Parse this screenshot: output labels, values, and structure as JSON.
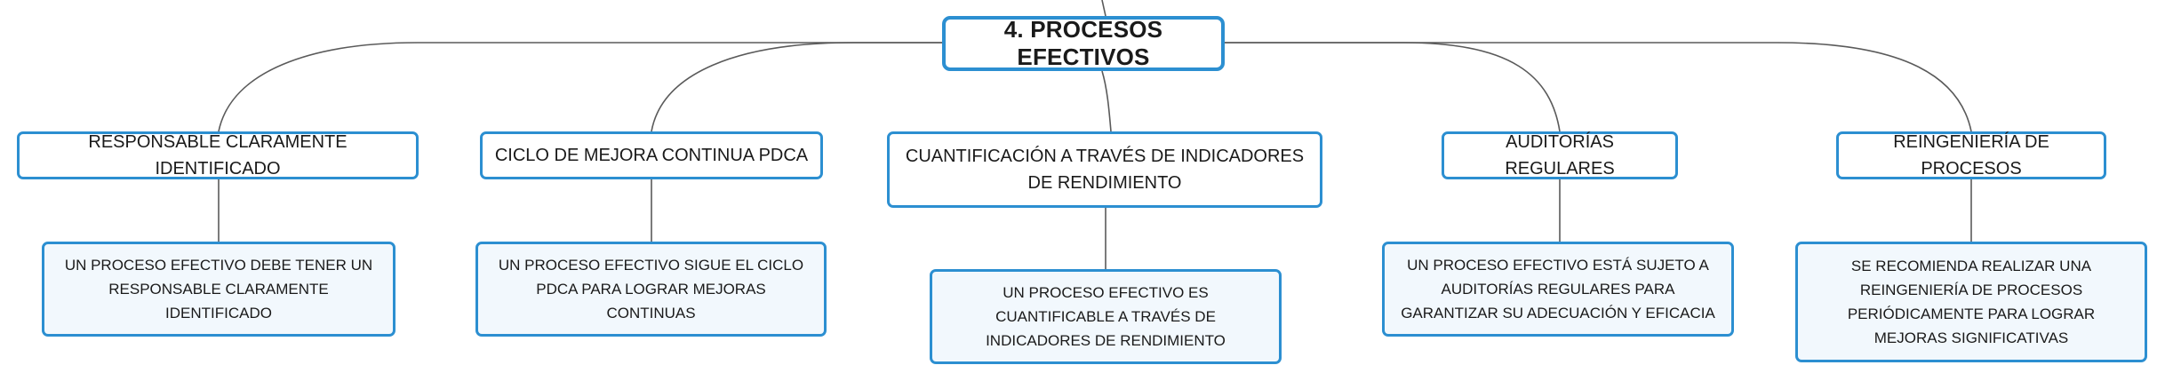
{
  "diagram": {
    "root": {
      "label": "4. PROCESOS EFECTIVOS"
    },
    "branches": [
      {
        "label": "RESPONSABLE CLARAMENTE IDENTIFICADO",
        "detail": "UN PROCESO EFECTIVO DEBE TENER UN RESPONSABLE CLARAMENTE IDENTIFICADO"
      },
      {
        "label": "CICLO DE MEJORA CONTINUA PDCA",
        "detail": "UN PROCESO EFECTIVO SIGUE EL CICLO PDCA PARA LOGRAR MEJORAS CONTINUAS"
      },
      {
        "label": "CUANTIFICACIÓN A TRAVÉS DE INDICADORES DE RENDIMIENTO",
        "detail": "UN PROCESO EFECTIVO ES CUANTIFICABLE A TRAVÉS DE INDICADORES DE RENDIMIENTO"
      },
      {
        "label": "AUDITORÍAS REGULARES",
        "detail": "UN PROCESO EFECTIVO ESTÁ SUJETO A AUDITORÍAS REGULARES PARA GARANTIZAR SU ADECUACIÓN Y EFICACIA"
      },
      {
        "label": "REINGENIERÍA DE PROCESOS",
        "detail": "SE RECOMIENDA REALIZAR UNA REINGENIERÍA DE PROCESOS PERIÓDICAMENTE PARA LOGRAR MEJORAS SIGNIFICATIVAS"
      }
    ],
    "colors": {
      "node_border": "#2c8fd1",
      "detail_background": "#f2f8fd",
      "connector": "#5a5a5a"
    }
  }
}
